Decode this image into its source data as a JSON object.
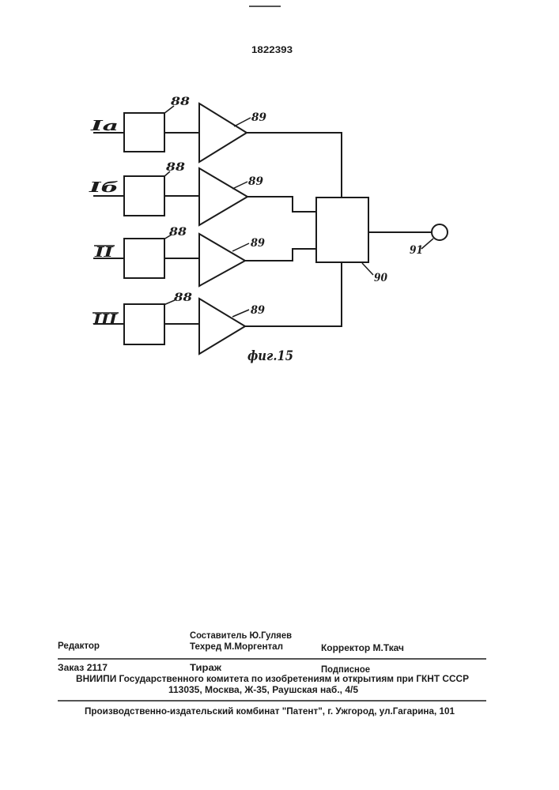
{
  "page_number": "1822393",
  "figure": {
    "caption": "фиг.15",
    "rows": [
      {
        "input_label": "Iа",
        "block_label": "88",
        "amp_label": "89"
      },
      {
        "input_label": "Iб",
        "block_label": "88",
        "amp_label": "89"
      },
      {
        "input_label": "II",
        "block_label": "88",
        "amp_label": "89"
      },
      {
        "input_label": "III",
        "block_label": "88",
        "amp_label": "89"
      }
    ],
    "combiner_label": "90",
    "output_label": "91"
  },
  "imprint": {
    "compiler": "Составитель Ю.Гуляев",
    "editor": "Редактор",
    "techred": "Техред М.Моргентал",
    "corrector": "Корректор М.Ткач",
    "order": "Заказ 2117",
    "circulation": "Тираж",
    "subscription": "Подписное",
    "organization": "ВНИИПИ Государственного комитета по изобретениям и открытиям при ГКНТ СССР",
    "address": "113035, Москва, Ж-35, Раушская наб., 4/5",
    "printer": "Производственно-издательский комбинат \"Патент\", г. Ужгород, ул.Гагарина, 101"
  }
}
